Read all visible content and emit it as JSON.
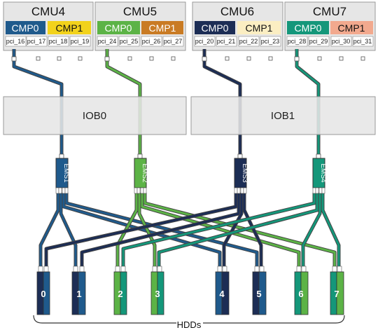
{
  "cmus": [
    {
      "label": "CMU4",
      "cmps": [
        {
          "label": "CMP0",
          "color": "#1f5a8c",
          "text_color": "#ffffff",
          "pci": [
            "pci_16",
            "pci_17"
          ]
        },
        {
          "label": "CMP1",
          "color": "#f2d21b",
          "text_color": "#111111",
          "pci": [
            "pci_18",
            "pci_19"
          ]
        }
      ]
    },
    {
      "label": "CMU5",
      "cmps": [
        {
          "label": "CMP0",
          "color": "#5cb346",
          "text_color": "#ffffff",
          "pci": [
            "pci_24",
            "pci_25"
          ]
        },
        {
          "label": "CMP1",
          "color": "#c97b24",
          "text_color": "#ffffff",
          "pci": [
            "pci_26",
            "pci_27"
          ]
        }
      ]
    },
    {
      "label": "CMU6",
      "cmps": [
        {
          "label": "CMP0",
          "color": "#1c2d55",
          "text_color": "#ffffff",
          "pci": [
            "pci_20",
            "pci_21"
          ]
        },
        {
          "label": "CMP1",
          "color": "#fbeec2",
          "text_color": "#111111",
          "pci": [
            "pci_22",
            "pci_23"
          ]
        }
      ]
    },
    {
      "label": "CMU7",
      "cmps": [
        {
          "label": "CMP0",
          "color": "#14977a",
          "text_color": "#ffffff",
          "pci": [
            "pci_28",
            "pci_29"
          ]
        },
        {
          "label": "CMP1",
          "color": "#f2a98e",
          "text_color": "#111111",
          "pci": [
            "pci_30",
            "pci_31"
          ]
        }
      ]
    }
  ],
  "iobs": [
    {
      "label": "IOB0"
    },
    {
      "label": "IOB1"
    }
  ],
  "ems": [
    {
      "label": "EMS1",
      "color": "#1f5a8c"
    },
    {
      "label": "EMS2",
      "color": "#5cb346"
    },
    {
      "label": "EMS3",
      "color": "#1c2d55"
    },
    {
      "label": "EMS4",
      "color": "#14977a"
    }
  ],
  "hdds": [
    {
      "label": "0",
      "dark": "#1c2d55",
      "light": "#1f5a8c"
    },
    {
      "label": "1",
      "dark": "#1c2d55",
      "light": "#1f5a8c"
    },
    {
      "label": "2",
      "dark": "#14977a",
      "light": "#5cb346"
    },
    {
      "label": "3",
      "dark": "#14977a",
      "light": "#5cb346"
    },
    {
      "label": "4",
      "dark": "#1c2d55",
      "light": "#1f5a8c"
    },
    {
      "label": "5",
      "dark": "#1c2d55",
      "light": "#1f5a8c"
    },
    {
      "label": "6",
      "dark": "#14977a",
      "light": "#5cb346"
    },
    {
      "label": "7",
      "dark": "#14977a",
      "light": "#5cb346"
    }
  ],
  "hdds_caption": "HDDs",
  "colors": {
    "cable_ems1": "#1f5a8c",
    "cable_ems2": "#5cb346",
    "cable_ems3": "#1c2d55",
    "cable_ems4": "#14977a",
    "cmu_box": "#e6e6e6",
    "iob_box": "#e6e6e6"
  }
}
